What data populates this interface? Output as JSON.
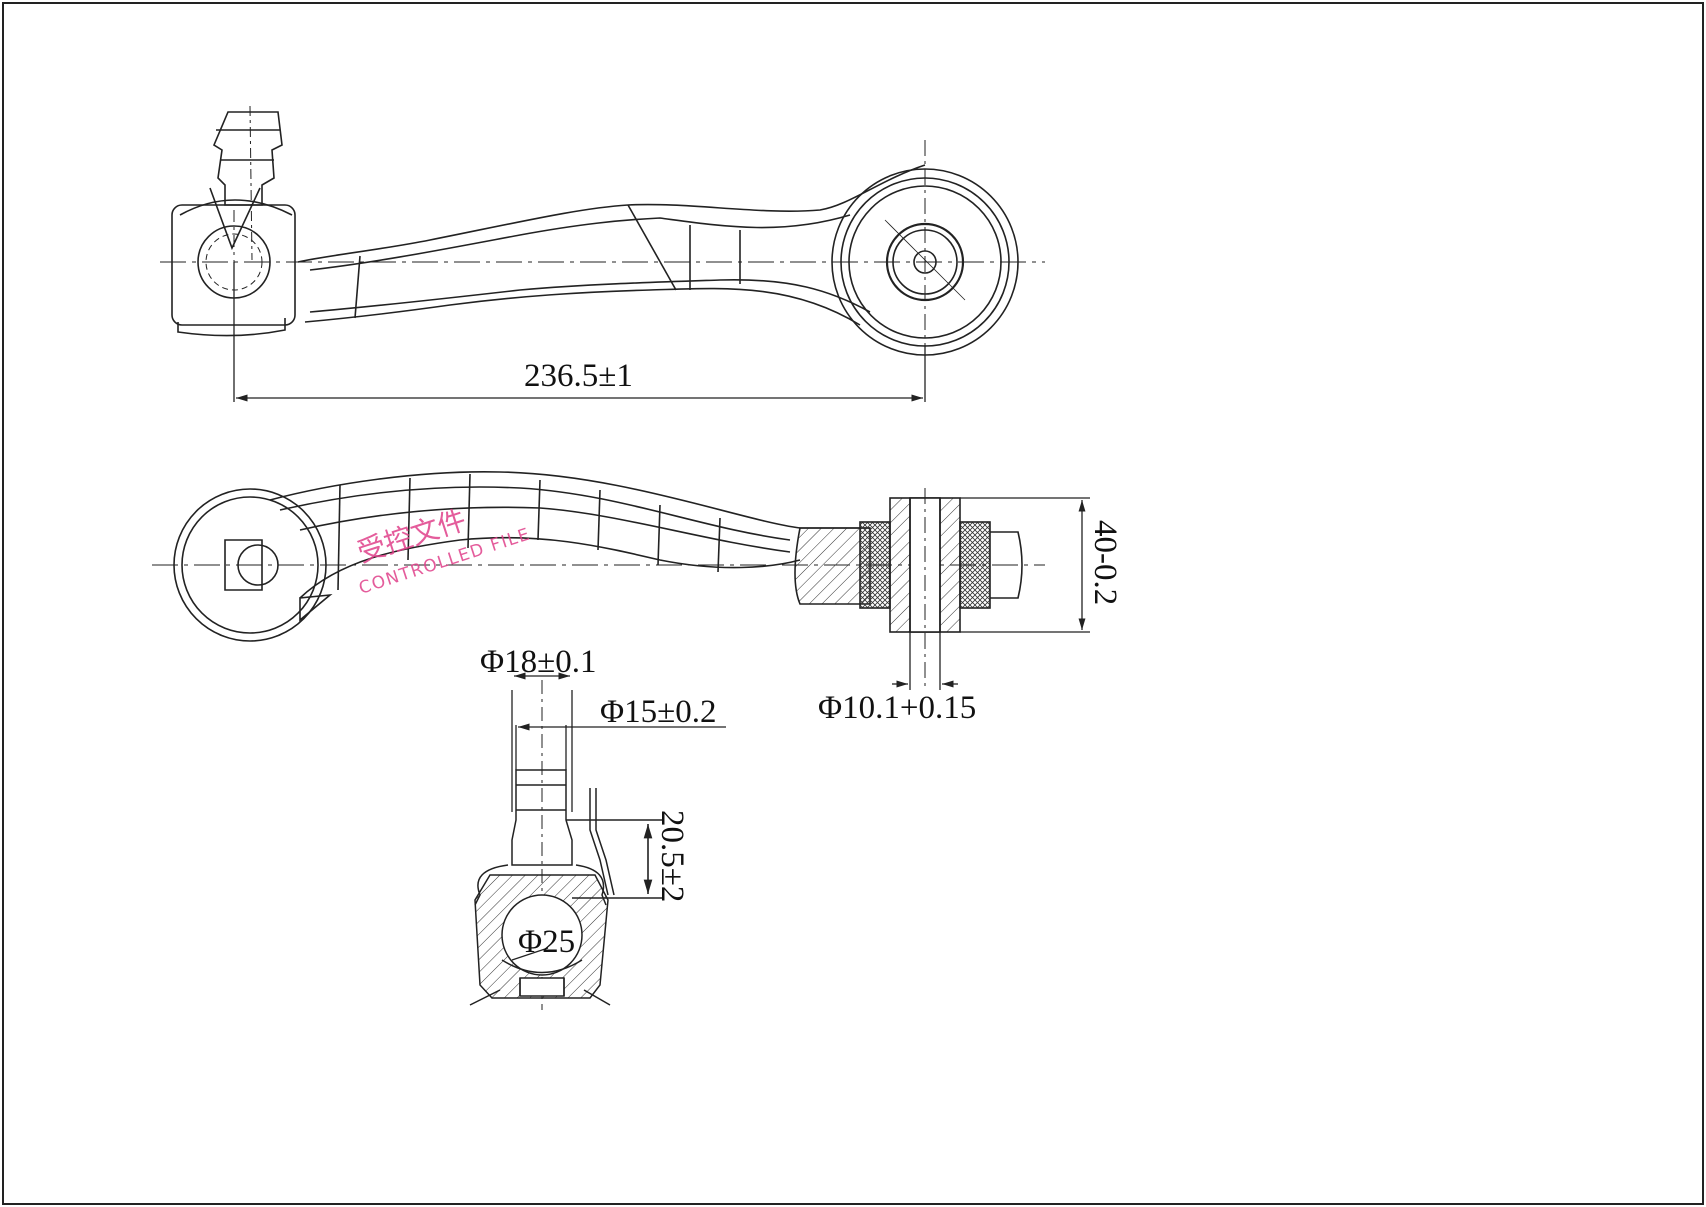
{
  "colors": {
    "line": "#222222",
    "background": "#ffffff",
    "stamp": "#e0408a"
  },
  "dimensions": {
    "center_distance": "236.5±1",
    "bushing_width": "40-0.2",
    "bushing_bore": "Φ10.1+0.15",
    "stud_diameter": "Φ18±0.1",
    "stud_neck_diameter": "Φ15±0.2",
    "stud_height": "20.5±2",
    "ball_diameter": "Φ25"
  },
  "stamp": {
    "cn": "受控文件",
    "en": "CONTROLLED FILE"
  }
}
